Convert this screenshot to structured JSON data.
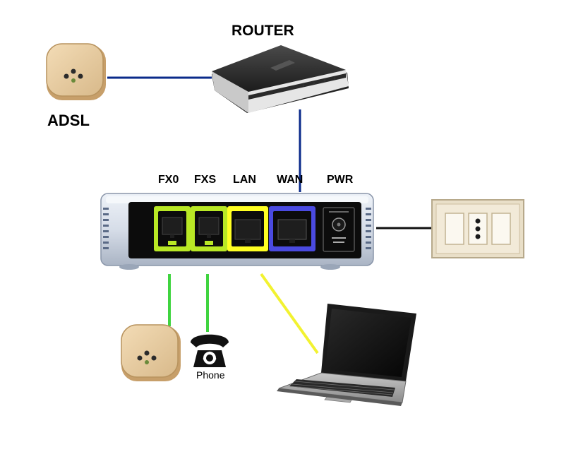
{
  "labels": {
    "router": "ROUTER",
    "adsl": "ADSL",
    "phone": "Phone",
    "ports": {
      "fxo": "FX0",
      "fxs": "FXS",
      "lan": "LAN",
      "wan": "WAN",
      "pwr": "PWR"
    }
  },
  "colors": {
    "router_link": "#0a2a8a",
    "fxo_link": "#3fd43f",
    "fxs_link": "#3fd43f",
    "lan_link": "#f2f230",
    "power_link": "#111111",
    "fxs_port_frame": "#b9e825",
    "lan_port_frame": "#ffff22",
    "wan_port_frame": "#4a4ae0"
  },
  "devices": [
    "adsl-wall-socket-icon",
    "router-icon",
    "voip-adapter-icon",
    "power-wall-outlet-icon",
    "phone-wall-socket-icon",
    "telephone-icon",
    "laptop-icon"
  ]
}
